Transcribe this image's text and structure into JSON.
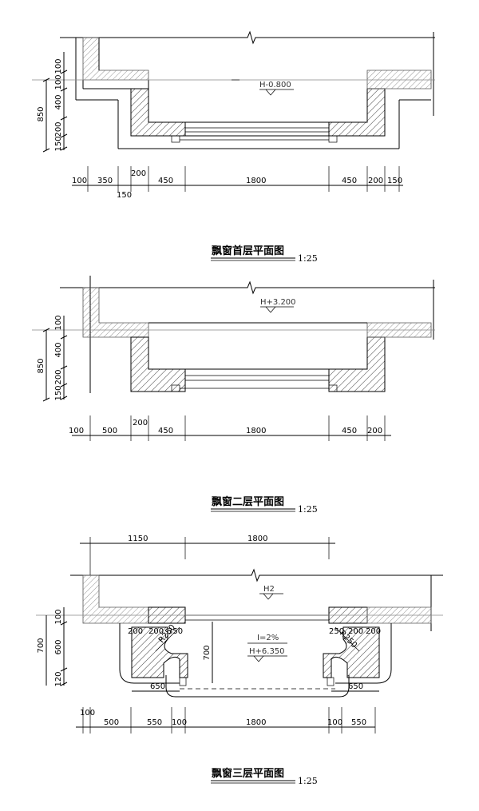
{
  "plan1": {
    "title": "飘窗首层平面图",
    "scale": "1:25",
    "elevation": "H-0.800",
    "dim_bottom": [
      "100",
      "350",
      "200",
      "450",
      "1800",
      "450",
      "200",
      "150"
    ],
    "dim_bottom_extra": "150",
    "dim_left": [
      "100",
      "100",
      "400",
      "200",
      "150"
    ],
    "dim_left_total": "850"
  },
  "plan2": {
    "title": "飘窗二层平面图",
    "scale": "1:25",
    "elevation": "H+3.200",
    "dim_bottom": [
      "100",
      "500",
      "200",
      "450",
      "1800",
      "450",
      "200"
    ],
    "dim_left": [
      "100",
      "400",
      "200",
      "150"
    ],
    "dim_left_total": "850"
  },
  "plan3": {
    "title": "飘窗三层平面图",
    "scale": "1:25",
    "elevation_top": "H2",
    "slope": "I=2%",
    "elevation": "H+6.350",
    "dim_top": [
      "1150",
      "1800"
    ],
    "dim_inner_left": [
      "200",
      "200",
      "350"
    ],
    "dim_inner_right": [
      "250",
      "200",
      "200"
    ],
    "radius_left": "R250",
    "radius_right": "R250",
    "dim_inner_height": "700",
    "dim_650_left": "650",
    "dim_650_right": "650",
    "dim_left": [
      "100",
      "600",
      "120"
    ],
    "dim_left_total": "700",
    "dim_bottom_top": "100",
    "dim_bottom": [
      "500",
      "550",
      "100",
      "1800",
      "100",
      "550"
    ]
  },
  "colors": {
    "line": "#000000",
    "hatch": "#000000",
    "background": "#ffffff"
  }
}
